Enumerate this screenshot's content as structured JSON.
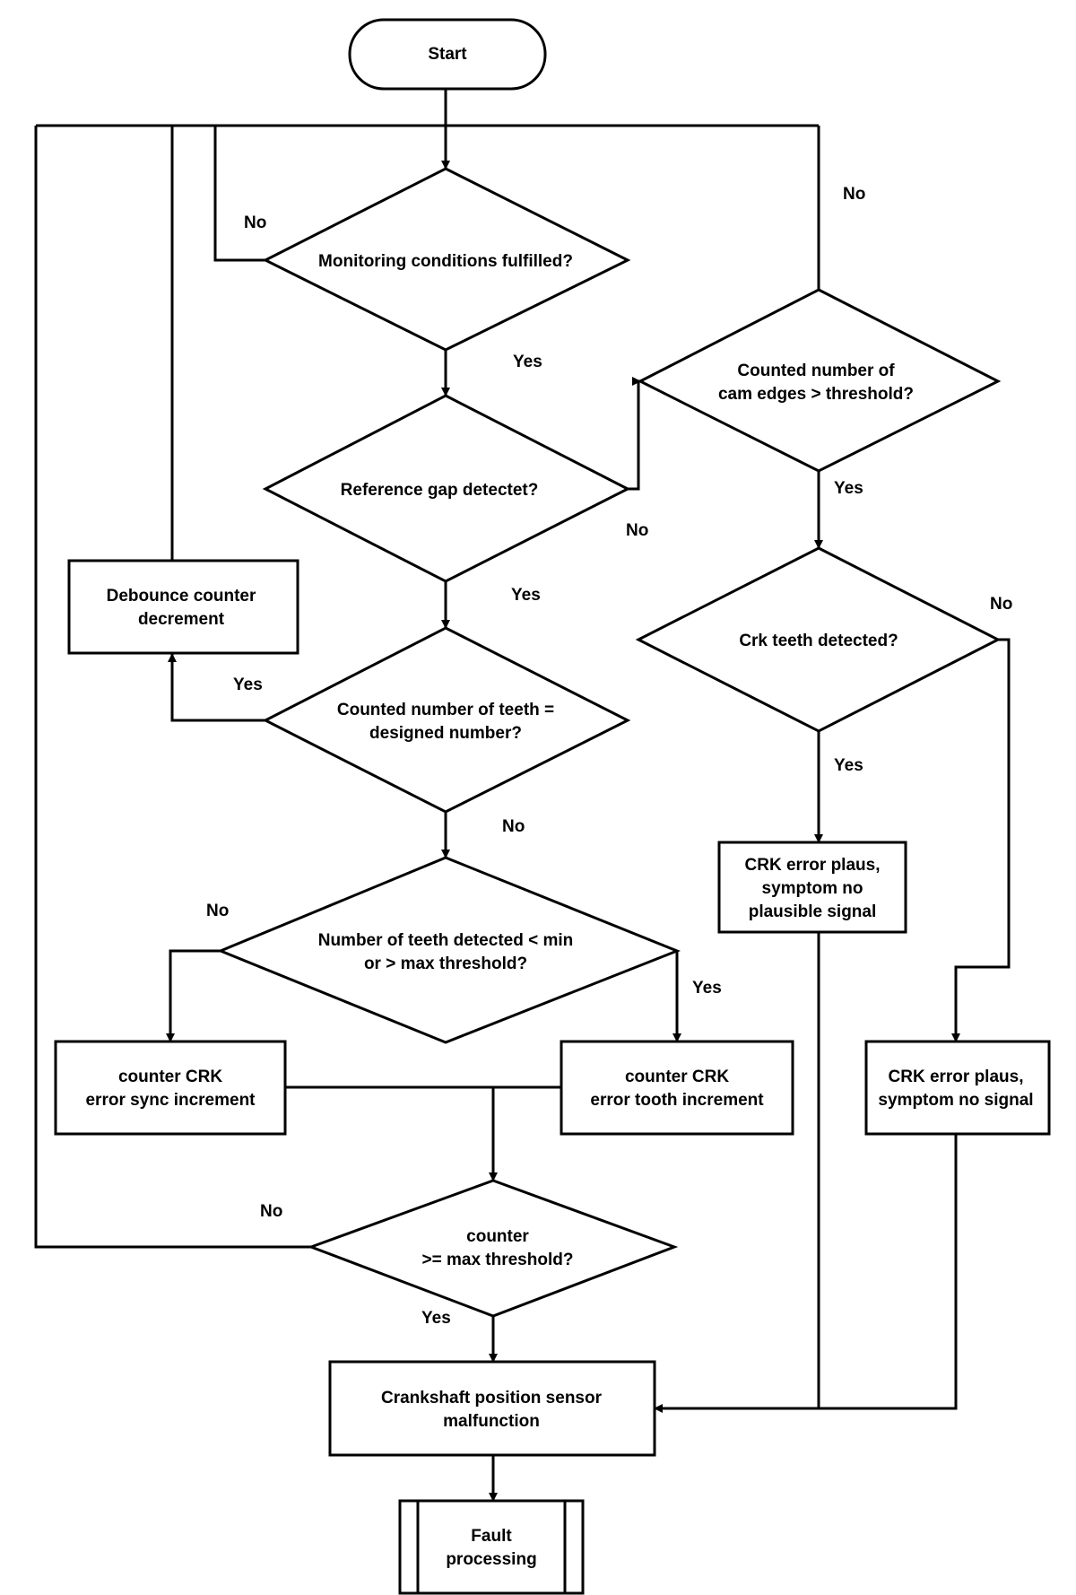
{
  "nodes": {
    "start": "Start",
    "monitoring": [
      "Monitoring conditions fulfilled?"
    ],
    "reference_gap": [
      "Reference gap detectet?"
    ],
    "counted_teeth": [
      "Counted number of teeth =",
      "designed number?"
    ],
    "teeth_range": [
      "Number of teeth detected  < min",
      "or > max threshold?"
    ],
    "debounce": [
      "Debounce counter",
      "decrement"
    ],
    "cam_edges": [
      "Counted number of",
      "cam edges > threshold?"
    ],
    "crk_teeth": [
      "Crk teeth detected?"
    ],
    "crk_plaus_no_plausible": [
      "CRK error plaus,",
      "symptom no",
      "plausible signal"
    ],
    "counter_sync": [
      "counter CRK",
      "error sync increment"
    ],
    "counter_tooth": [
      "counter CRK",
      "error tooth increment"
    ],
    "crk_plaus_no_signal": [
      "CRK error plaus,",
      "symptom no signal"
    ],
    "counter_max": [
      "counter",
      ">= max threshold?"
    ],
    "malfunction": [
      "Crankshaft position sensor",
      "malfunction"
    ],
    "fault": [
      "Fault",
      "processing"
    ]
  },
  "labels": {
    "monitoring_no": "No",
    "monitoring_yes": "Yes",
    "gap_no": "No",
    "gap_yes": "Yes",
    "cam_no": "No",
    "cam_yes": "Yes",
    "teeth_eq_yes": "Yes",
    "teeth_eq_no": "No",
    "crk_no": "No",
    "crk_yes": "Yes",
    "range_no": "No",
    "range_yes": "Yes",
    "max_no": "No",
    "max_yes": "Yes"
  }
}
